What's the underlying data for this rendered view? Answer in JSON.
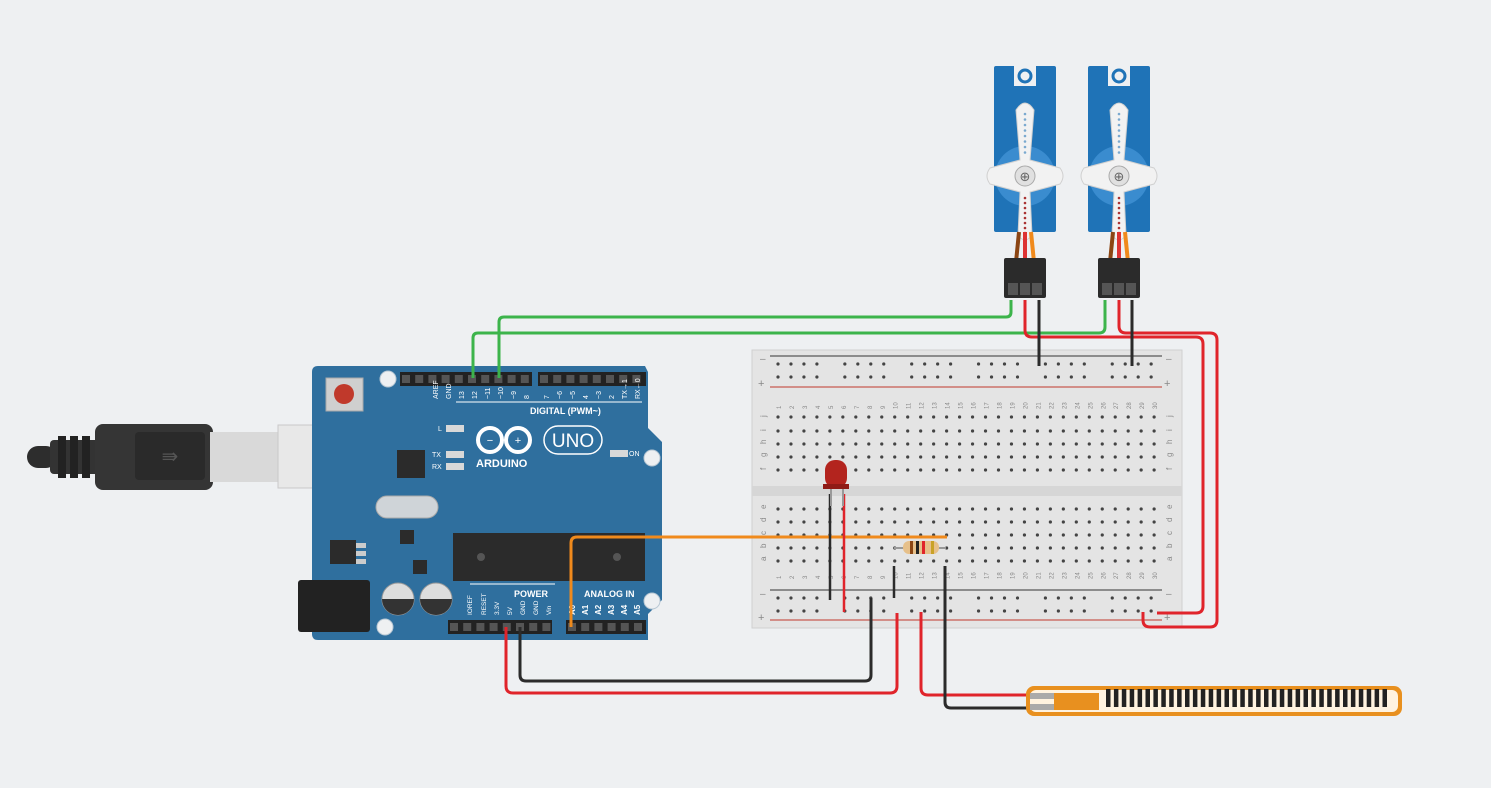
{
  "arduino": {
    "brand": "ARDUINO",
    "model": "UNO",
    "digital_label": "DIGITAL (PWM~)",
    "power_label": "POWER",
    "analog_label": "ANALOG IN",
    "on_label": "ON",
    "l_label": "L",
    "tx_label": "TX",
    "rx_label": "RX",
    "digital_pins": [
      "AREF",
      "GND",
      "13",
      "12",
      "~11",
      "~10",
      "~9",
      "8",
      "7",
      "~6",
      "~5",
      "4",
      "~3",
      "2",
      "TX→1",
      "RX←0"
    ],
    "power_pins": [
      "IOREF",
      "RESET",
      "3.3V",
      "5V",
      "GND",
      "GND",
      "Vin"
    ],
    "analog_pins": [
      "A0",
      "A1",
      "A2",
      "A3",
      "A4",
      "A5"
    ]
  },
  "breadboard": {
    "columns": [
      "1",
      "2",
      "3",
      "4",
      "5",
      "6",
      "7",
      "8",
      "9",
      "10",
      "11",
      "12",
      "13",
      "14",
      "15",
      "16",
      "17",
      "18",
      "19",
      "20",
      "21",
      "22",
      "23",
      "24",
      "25",
      "26",
      "27",
      "28",
      "29",
      "30"
    ],
    "rows_top": [
      "j",
      "i",
      "h",
      "g",
      "f"
    ],
    "rows_bottom": [
      "e",
      "d",
      "c",
      "b",
      "a"
    ],
    "rail_minus": "–",
    "rail_plus": "+"
  },
  "colors": {
    "board": "#2f6f9e",
    "wire_red": "#e0242b",
    "wire_black": "#2b2b2b",
    "wire_green": "#3cb44b",
    "wire_orange": "#f08a1c",
    "servo": "#1f73b7",
    "flex_sensor": "#e8901f"
  }
}
